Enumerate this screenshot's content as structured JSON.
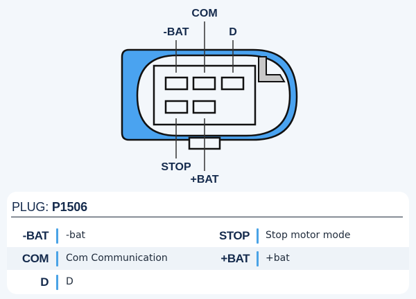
{
  "diagram": {
    "pin_labels_top": [
      "-BAT",
      "COM",
      "D"
    ],
    "pin_labels_bottom": [
      "STOP",
      "+BAT"
    ],
    "colors": {
      "housing_blue": "#4aa3f0",
      "outline": "#111111",
      "key_gray": "#c8c8c8",
      "label_navy": "#142a4c"
    }
  },
  "plug": {
    "prefix": "PLUG:",
    "id": "P1506"
  },
  "pins_table": {
    "rows": [
      {
        "left": {
          "pin": "-BAT",
          "desc": "-bat"
        },
        "right": {
          "pin": "STOP",
          "desc": "Stop motor mode"
        }
      },
      {
        "left": {
          "pin": "COM",
          "desc": "Com Communication"
        },
        "right": {
          "pin": "+BAT",
          "desc": "+bat"
        }
      },
      {
        "left": {
          "pin": "D",
          "desc": "D"
        },
        "right": null
      }
    ]
  }
}
